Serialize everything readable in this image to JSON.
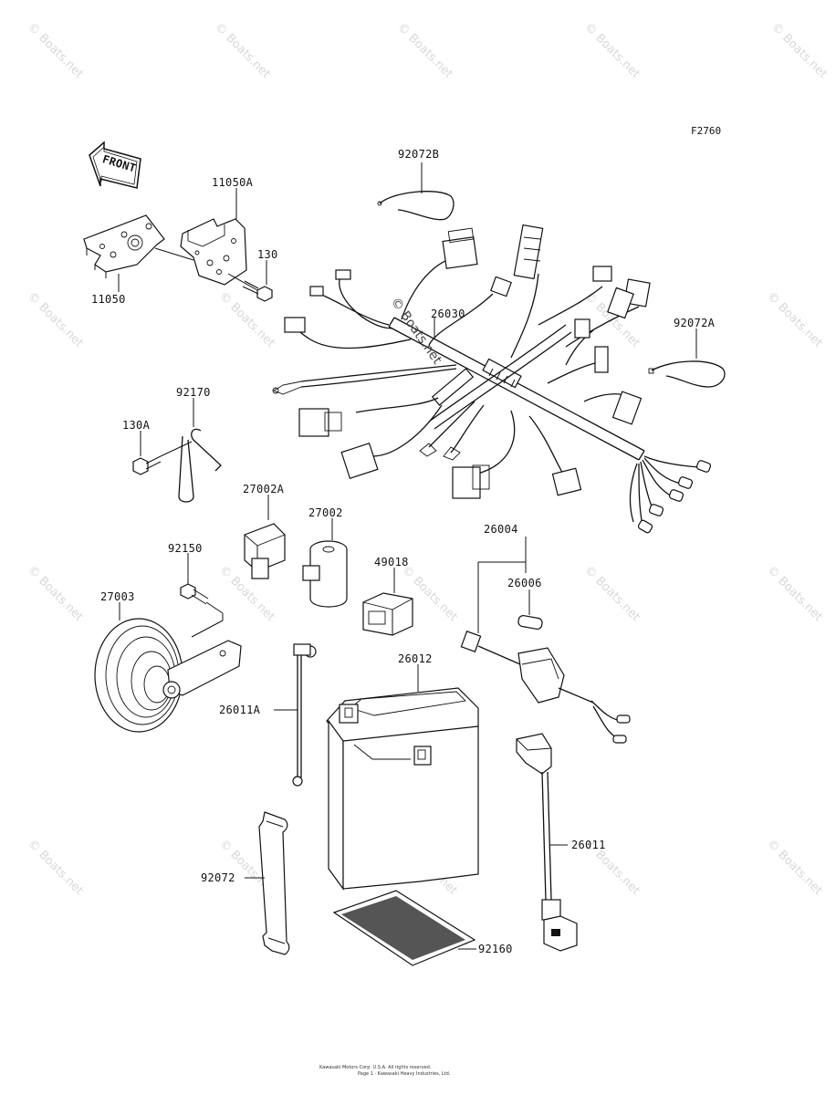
{
  "figure_code": "F2760",
  "front_label": "FRONT",
  "watermark_text": "© Boats.net",
  "center_watermark": "© Boats.net",
  "parts": [
    {
      "id": "p-92072b",
      "label": "92072B"
    },
    {
      "id": "p-11050a",
      "label": "11050A"
    },
    {
      "id": "p-130",
      "label": "130"
    },
    {
      "id": "p-11050",
      "label": "11050"
    },
    {
      "id": "p-26030",
      "label": "26030"
    },
    {
      "id": "p-92072a",
      "label": "92072A"
    },
    {
      "id": "p-92170",
      "label": "92170"
    },
    {
      "id": "p-130a",
      "label": "130A"
    },
    {
      "id": "p-27002a",
      "label": "27002A"
    },
    {
      "id": "p-27002",
      "label": "27002"
    },
    {
      "id": "p-26004",
      "label": "26004"
    },
    {
      "id": "p-92150",
      "label": "92150"
    },
    {
      "id": "p-49018",
      "label": "49018"
    },
    {
      "id": "p-26006",
      "label": "26006"
    },
    {
      "id": "p-27003",
      "label": "27003"
    },
    {
      "id": "p-26012",
      "label": "26012"
    },
    {
      "id": "p-26011a",
      "label": "26011A"
    },
    {
      "id": "p-26011",
      "label": "26011"
    },
    {
      "id": "p-92072",
      "label": "92072"
    },
    {
      "id": "p-92160",
      "label": "92160"
    }
  ],
  "footer": {
    "line1": "Kawasaki Motors Corp. U.S.A. All rights reserved.",
    "line2": "Page 1 · Kawasaki Heavy Industries, Ltd."
  }
}
